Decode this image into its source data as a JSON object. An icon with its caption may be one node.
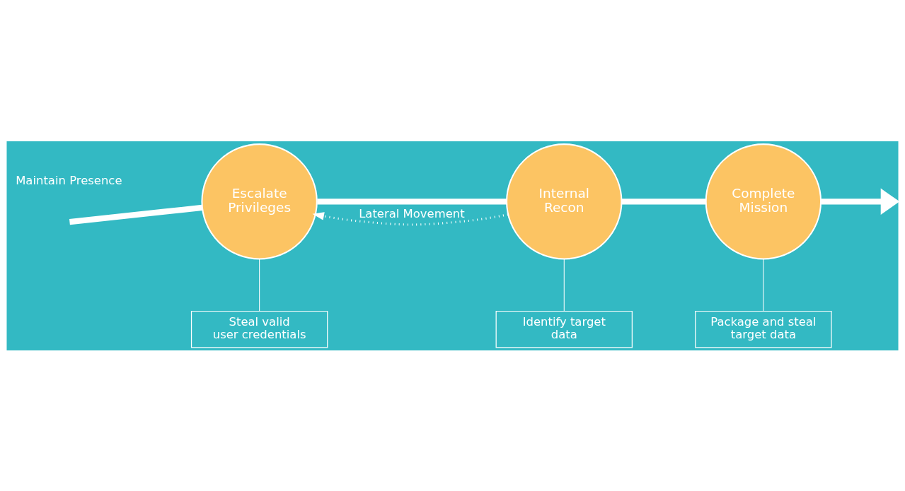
{
  "diagram": {
    "nodes": [
      {
        "text": [
          "Escalate Privileges"
        ]
      },
      {
        "text": [
          "Internal Recon"
        ]
      },
      {
        "text": [
          "Complete Mission"
        ]
      },
      {
        "text": [
          "Steal valid user credentials"
        ]
      },
      {
        "text": [
          "Identify target data"
        ]
      },
      {
        "text": [
          "Package and steal target data"
        ]
      }
    ],
    "edges": [
      {
        "from": null,
        "to": 0,
        "arrow": "none",
        "style": "thick"
      },
      {
        "from": 0,
        "to": 1,
        "arrow": "none",
        "style": "thick"
      },
      {
        "from": 1,
        "to": 2,
        "arrow": "none",
        "style": "thick"
      },
      {
        "from": 2,
        "to": null,
        "arrow": "to",
        "style": "thick"
      },
      {
        "from": 0,
        "to": 3,
        "arrow": "none"
      },
      {
        "from": 1,
        "to": 4,
        "arrow": "none"
      },
      {
        "from": 2,
        "to": 5,
        "arrow": "none"
      },
      {
        "from": 1,
        "to": 0,
        "arrow": "to",
        "style": "dashed",
        "label": "Lateral Movement"
      }
    ],
    "labels": [
      "Maintain Presence"
    ]
  }
}
